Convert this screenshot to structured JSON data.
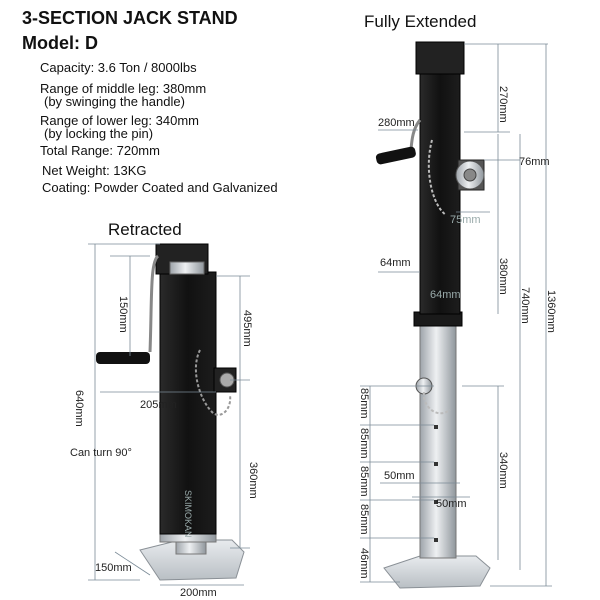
{
  "title": "3-SECTION JACK STAND",
  "model": "Model: D",
  "specs": [
    "Capacity: 3.6 Ton / 8000lbs",
    "Range of middle leg: 380mm",
    "(by swinging the handle)",
    "Range of lower leg: 340mm",
    "(by locking the pin)",
    "Total Range: 720mm",
    "Net Weight: 13KG",
    "Coating: Powder Coated and Galvanized"
  ],
  "headings": {
    "retracted": "Retracted",
    "extended": "Fully Extended"
  },
  "retracted_dims": {
    "handle_height": "150mm",
    "upper_to_crank": "495mm",
    "total_height": "640mm",
    "handle_reach": "205mm",
    "can_turn": "Can turn  90°",
    "lower_height": "360mm",
    "brand": "SKIMOKAN",
    "foot_width": "150mm",
    "foot_length": "200mm"
  },
  "extended_dims": {
    "top_section": "270mm",
    "handle_reach": "280mm",
    "pin_dia": "76mm",
    "pin_offset": "75mm",
    "tube_width": "64mm",
    "tube_width_ghost": "64mm",
    "middle_range": "380mm",
    "range_740": "740mm",
    "total_1360": "1360mm",
    "hole_spacing": [
      "85mm",
      "85mm",
      "85mm",
      "85mm"
    ],
    "bottom_offset": "46mm",
    "inner_tube_a": "50mm",
    "inner_tube_b": "50mm",
    "lower_range": "340mm"
  },
  "colors": {
    "tube_black": "#1b1b1b",
    "steel": "#c9cdd1",
    "dim_line": "#7a8a96"
  }
}
